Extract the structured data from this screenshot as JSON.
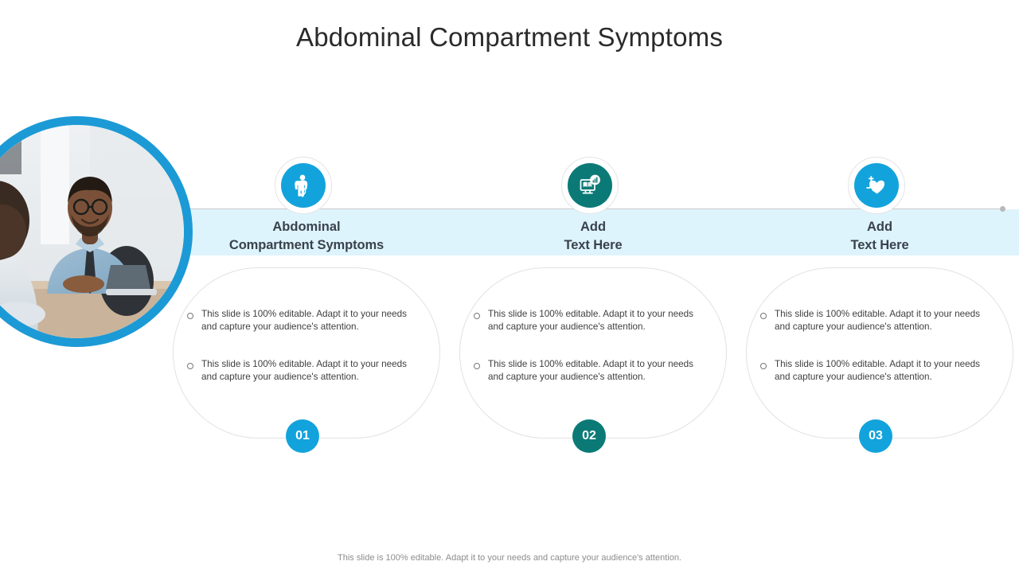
{
  "slide": {
    "title": "Abdominal Compartment Symptoms",
    "footer": "This slide is 100% editable. Adapt it to your needs and capture your audience's attention."
  },
  "colors": {
    "blue": "#13a3dc",
    "teal": "#0b7a77",
    "band": "#def4fd",
    "ring_border": "#1c9ad6",
    "heading_text": "#3a424c",
    "body_text": "#404040",
    "outline": "#e2e2e2",
    "rule": "#c9c9c9"
  },
  "photo": {
    "alt": "Two businessmen talking across a desk with a laptop",
    "icon": "photo-circle"
  },
  "columns": [
    {
      "id": "01",
      "icon_name": "patient-figure-icon",
      "icon_color": "#13a3dc",
      "badge": "01",
      "badge_color": "#13a3dc",
      "heading_line1": "Abdominal",
      "heading_line2": "Compartment Symptoms",
      "bullets": [
        "This slide is 100% editable. Adapt it to your needs and capture your audience's attention.",
        "This slide is 100% editable. Adapt it to your needs and capture your audience's attention."
      ]
    },
    {
      "id": "02",
      "icon_name": "monitor-book-chart-icon",
      "icon_color": "#0b7a77",
      "badge": "02",
      "badge_color": "#0b7a77",
      "heading_line1": "Add",
      "heading_line2": "Text Here",
      "bullets": [
        "This slide is 100% editable. Adapt it to your needs and capture your audience's attention.",
        "This slide is 100% editable. Adapt it to your needs and capture your audience's attention."
      ]
    },
    {
      "id": "03",
      "icon_name": "heart-pulse-icon",
      "icon_color": "#13a3dc",
      "badge": "03",
      "badge_color": "#13a3dc",
      "heading_line1": "Add",
      "heading_line2": "Text Here",
      "bullets": [
        "This slide is 100% editable. Adapt it to your needs and capture your audience's attention.",
        "This slide is 100% editable. Adapt it to your needs and capture your audience's attention."
      ]
    }
  ]
}
